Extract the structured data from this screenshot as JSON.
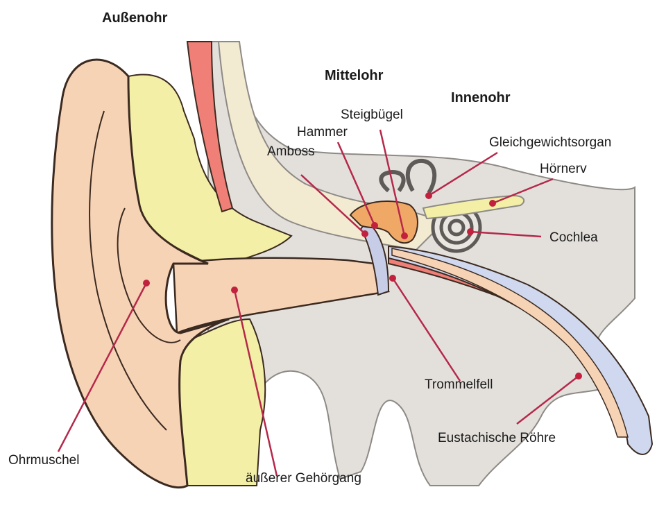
{
  "headings": {
    "outer": "Außenohr",
    "middle": "Mittelohr",
    "inner": "Innenohr"
  },
  "labels": {
    "steigbuegel": "Steigbügel",
    "hammer": "Hammer",
    "amboss": "Amboss",
    "gleichgewichtsorgan": "Gleichgewichtsorgan",
    "hoernerv": "Hörnerv",
    "cochlea": "Cochlea",
    "trommelfell": "Trommelfell",
    "eustachische_roehre": "Eustachische Röhre",
    "ohrmuschel": "Ohrmuschel",
    "gehoergang": "äußerer Gehörgang"
  },
  "colors": {
    "skin": "#f7d3b6",
    "skin_outline": "#3b2a20",
    "cartilage": "#f3efa6",
    "bone": "#f3ead2",
    "skull": "#e3e0dc",
    "vessel": "#ef7f77",
    "ossicle": "#f0a866",
    "membrane": "#c7cde6",
    "tube": "#cfd8ee",
    "leader": "#b5284a",
    "dot": "#c2213e"
  }
}
